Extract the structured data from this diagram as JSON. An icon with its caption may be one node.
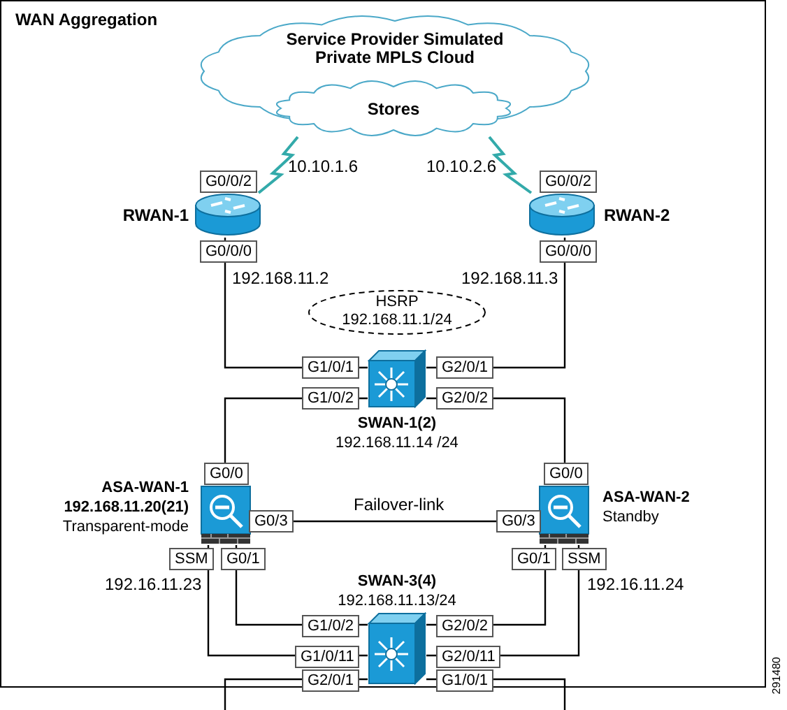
{
  "diagram": {
    "nodes": [
      {
        "text": [
          "WAN Aggregation"
        ]
      },
      {
        "text": [
          "Service Provider Simulated Private MPLS Cloud"
        ],
        "in": 0
      },
      {
        "text": [
          "Stores"
        ],
        "in": 1
      },
      {
        "text": [
          "RWAN-1"
        ],
        "in": 0
      },
      {
        "text": [
          "RWAN-2"
        ],
        "in": 0
      },
      {
        "text": [
          "HSRP 192.168.11.1/24"
        ],
        "in": 0
      },
      {
        "text": [
          "SWAN-1(2)",
          "192.168.11.14 /24"
        ],
        "in": 0
      },
      {
        "text": [
          "ASA-WAN-1",
          "192.168.11.20(21)",
          "Transparent-mode"
        ],
        "in": 0
      },
      {
        "text": [
          "ASA-WAN-2",
          "Standby"
        ],
        "in": 0
      },
      {
        "text": [
          "SWAN-3(4)",
          "192.168.11.13/24"
        ],
        "in": 0
      }
    ],
    "edges": [
      {
        "from": 2,
        "to": 3,
        "arrow": "none",
        "color": "#33aaaa"
      },
      {
        "from": 2,
        "to": 4,
        "arrow": "none",
        "color": "#33aaaa"
      },
      {
        "from": 3,
        "to": 6,
        "arrow": "none"
      },
      {
        "from": 4,
        "to": 6,
        "arrow": "none"
      },
      {
        "from": 6,
        "to": 7,
        "arrow": "none"
      },
      {
        "from": 6,
        "to": 8,
        "arrow": "none"
      },
      {
        "from": 7,
        "to": 8,
        "arrow": "none",
        "label": "Failover-link"
      },
      {
        "from": 7,
        "to": 9,
        "arrow": "none"
      },
      {
        "from": 7,
        "to": 9,
        "arrow": "none"
      },
      {
        "from": 8,
        "to": 9,
        "arrow": "none"
      },
      {
        "from": 8,
        "to": 9,
        "arrow": "none"
      },
      {
        "from": 9,
        "to": null,
        "arrow": "none"
      },
      {
        "from": 9,
        "to": null,
        "arrow": "none"
      }
    ],
    "labels": [
      "10.10.1.6",
      "10.10.2.6",
      "G0/0/2",
      "G0/0/2",
      "G0/0/0",
      "G0/0/0",
      "192.168.11.2",
      "192.168.11.3",
      "G1/0/1",
      "G2/0/1",
      "G1/0/2",
      "G2/0/2",
      "G0/0",
      "G0/0",
      "G0/3",
      "G0/3",
      "SSM",
      "G0/1",
      "G0/1",
      "SSM",
      "192.16.11.23",
      "192.16.11.24",
      "G1/0/2",
      "G2/0/2",
      "G1/0/11",
      "G2/0/11",
      "G2/0/1",
      "G1/0/1",
      "291480"
    ]
  }
}
